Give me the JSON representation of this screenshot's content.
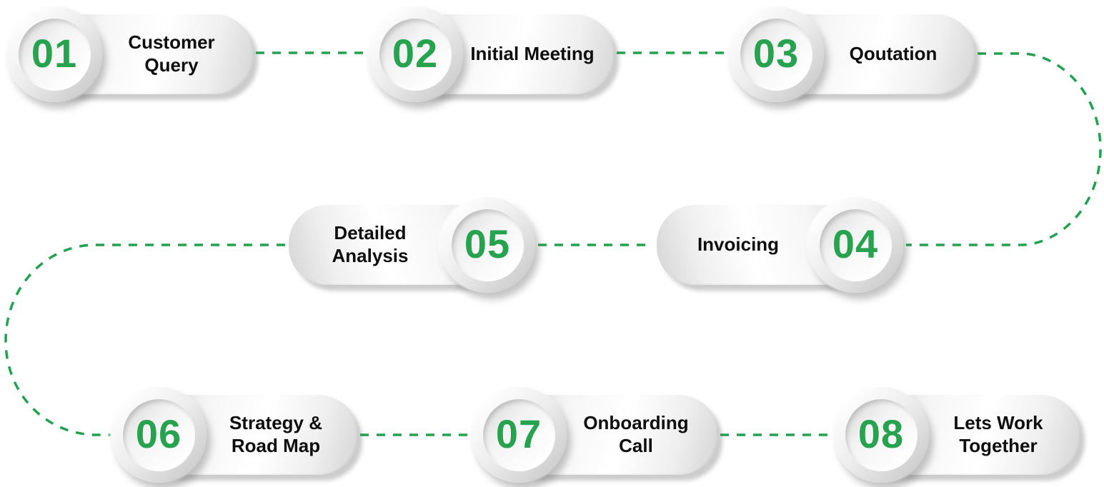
{
  "diagram": {
    "type": "process-flow",
    "flow_order": [
      "01",
      "02",
      "03",
      "04",
      "05",
      "06",
      "07",
      "08"
    ]
  },
  "colors": {
    "number_green": "#27A24F",
    "dash_green": "#21A24E",
    "label_dark": "#0e0e0e",
    "card_light": "#ffffff",
    "card_gray": "#d4d4d4"
  },
  "steps": [
    {
      "number": "01",
      "label": "Customer Query"
    },
    {
      "number": "02",
      "label": "Initial Meeting"
    },
    {
      "number": "03",
      "label": "Qoutation"
    },
    {
      "number": "04",
      "label": "Invoicing"
    },
    {
      "number": "05",
      "label": "Detailed Analysis"
    },
    {
      "number": "06",
      "label": "Strategy & Road Map"
    },
    {
      "number": "07",
      "label": "Onboarding Call"
    },
    {
      "number": "08",
      "label": "Lets Work Together"
    }
  ]
}
